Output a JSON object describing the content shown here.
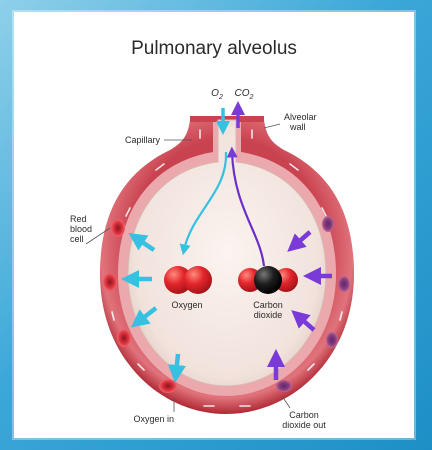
{
  "title": "Pulmonary alveolus",
  "labels": {
    "o2": "O",
    "o2_sub": "2",
    "co2": "CO",
    "co2_sub": "2",
    "capillary": "Capillary",
    "alveolar_wall_1": "Alveolar",
    "alveolar_wall_2": "wall",
    "red_blood_cell_1": "Red",
    "red_blood_cell_2": "blood",
    "red_blood_cell_3": "cell",
    "oxygen": "Oxygen",
    "carbon_dioxide_1": "Carbon",
    "carbon_dioxide_2": "dioxide",
    "oxygen_in": "Oxygen in",
    "co2_out_1": "Carbon",
    "co2_out_2": "dioxide out"
  },
  "colors": {
    "oxygen_arrow": "#36c0e2",
    "co2_arrow": "#7a3ad8",
    "capillary_wall": "#b8343f",
    "oxygen_molecule": "#e02a2a",
    "carbon_atom": "#1a1a1a"
  }
}
